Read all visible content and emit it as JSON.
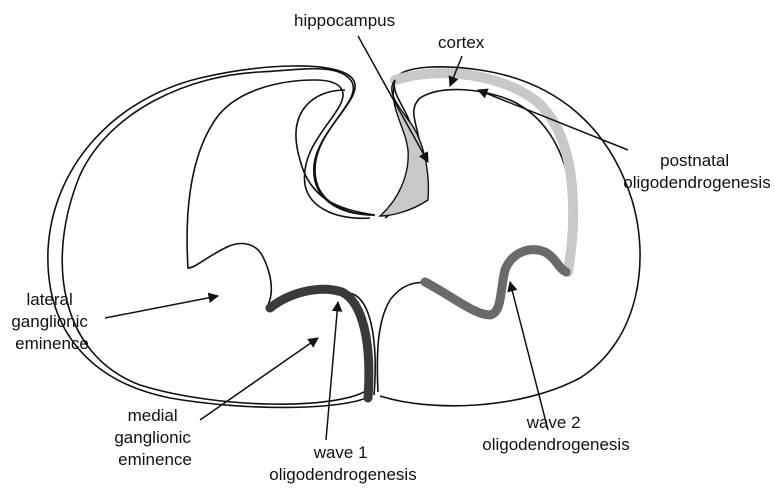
{
  "diagram": {
    "labels": {
      "hippocampus": "hippocampus",
      "cortex": "cortex",
      "postnatal": [
        "postnatal",
        "oligodendrogenesis"
      ],
      "lge": [
        "lateral",
        "ganglionic",
        "eminence"
      ],
      "mge": [
        "medial",
        "ganglionic",
        "eminence"
      ],
      "wave1": [
        "wave 1",
        "oligodendrogenesis"
      ],
      "wave2": [
        "wave 2",
        "oligodendrogenesis"
      ]
    },
    "colors": {
      "outline": "#111111",
      "wave1": "#3a3a3a",
      "wave2": "#6a6a6a",
      "postnatal": "#c8c8c8"
    }
  }
}
